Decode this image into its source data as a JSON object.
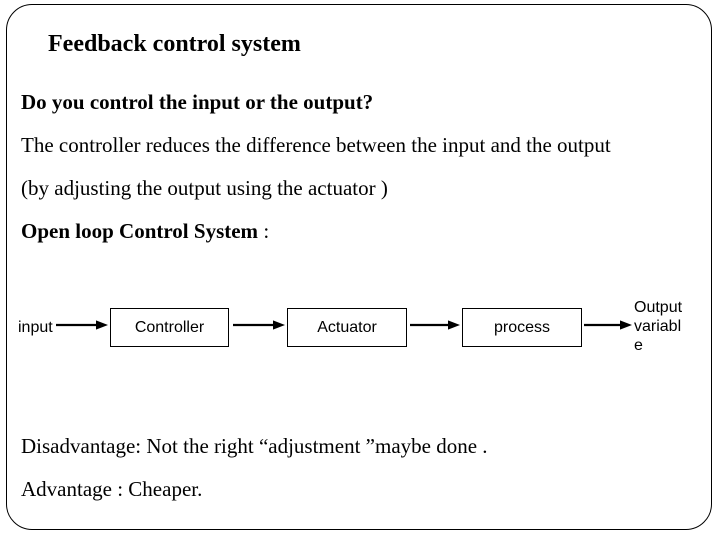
{
  "slide": {
    "title": "Feedback control system",
    "body": {
      "question": "Do you control the input or the output?",
      "explanation": "The controller reduces the difference between the input and the output",
      "parenthetical": "(by adjusting the output using the actuator )",
      "open_loop_label": "Open loop Control System",
      "open_loop_punct": " :"
    },
    "diagram": {
      "input_label": "input",
      "blocks": [
        {
          "label": "Controller"
        },
        {
          "label": "Actuator"
        },
        {
          "label": "process"
        }
      ],
      "output_lines": {
        "0": "Output",
        "1": "variabl",
        "2": "e"
      }
    },
    "footer": {
      "disadvantage": "Disadvantage: Not the right “adjustment ”maybe done .",
      "advantage": "Advantage : Cheaper."
    },
    "colors": {
      "text": "#000000",
      "background": "#ffffff",
      "border": "#000000"
    }
  }
}
